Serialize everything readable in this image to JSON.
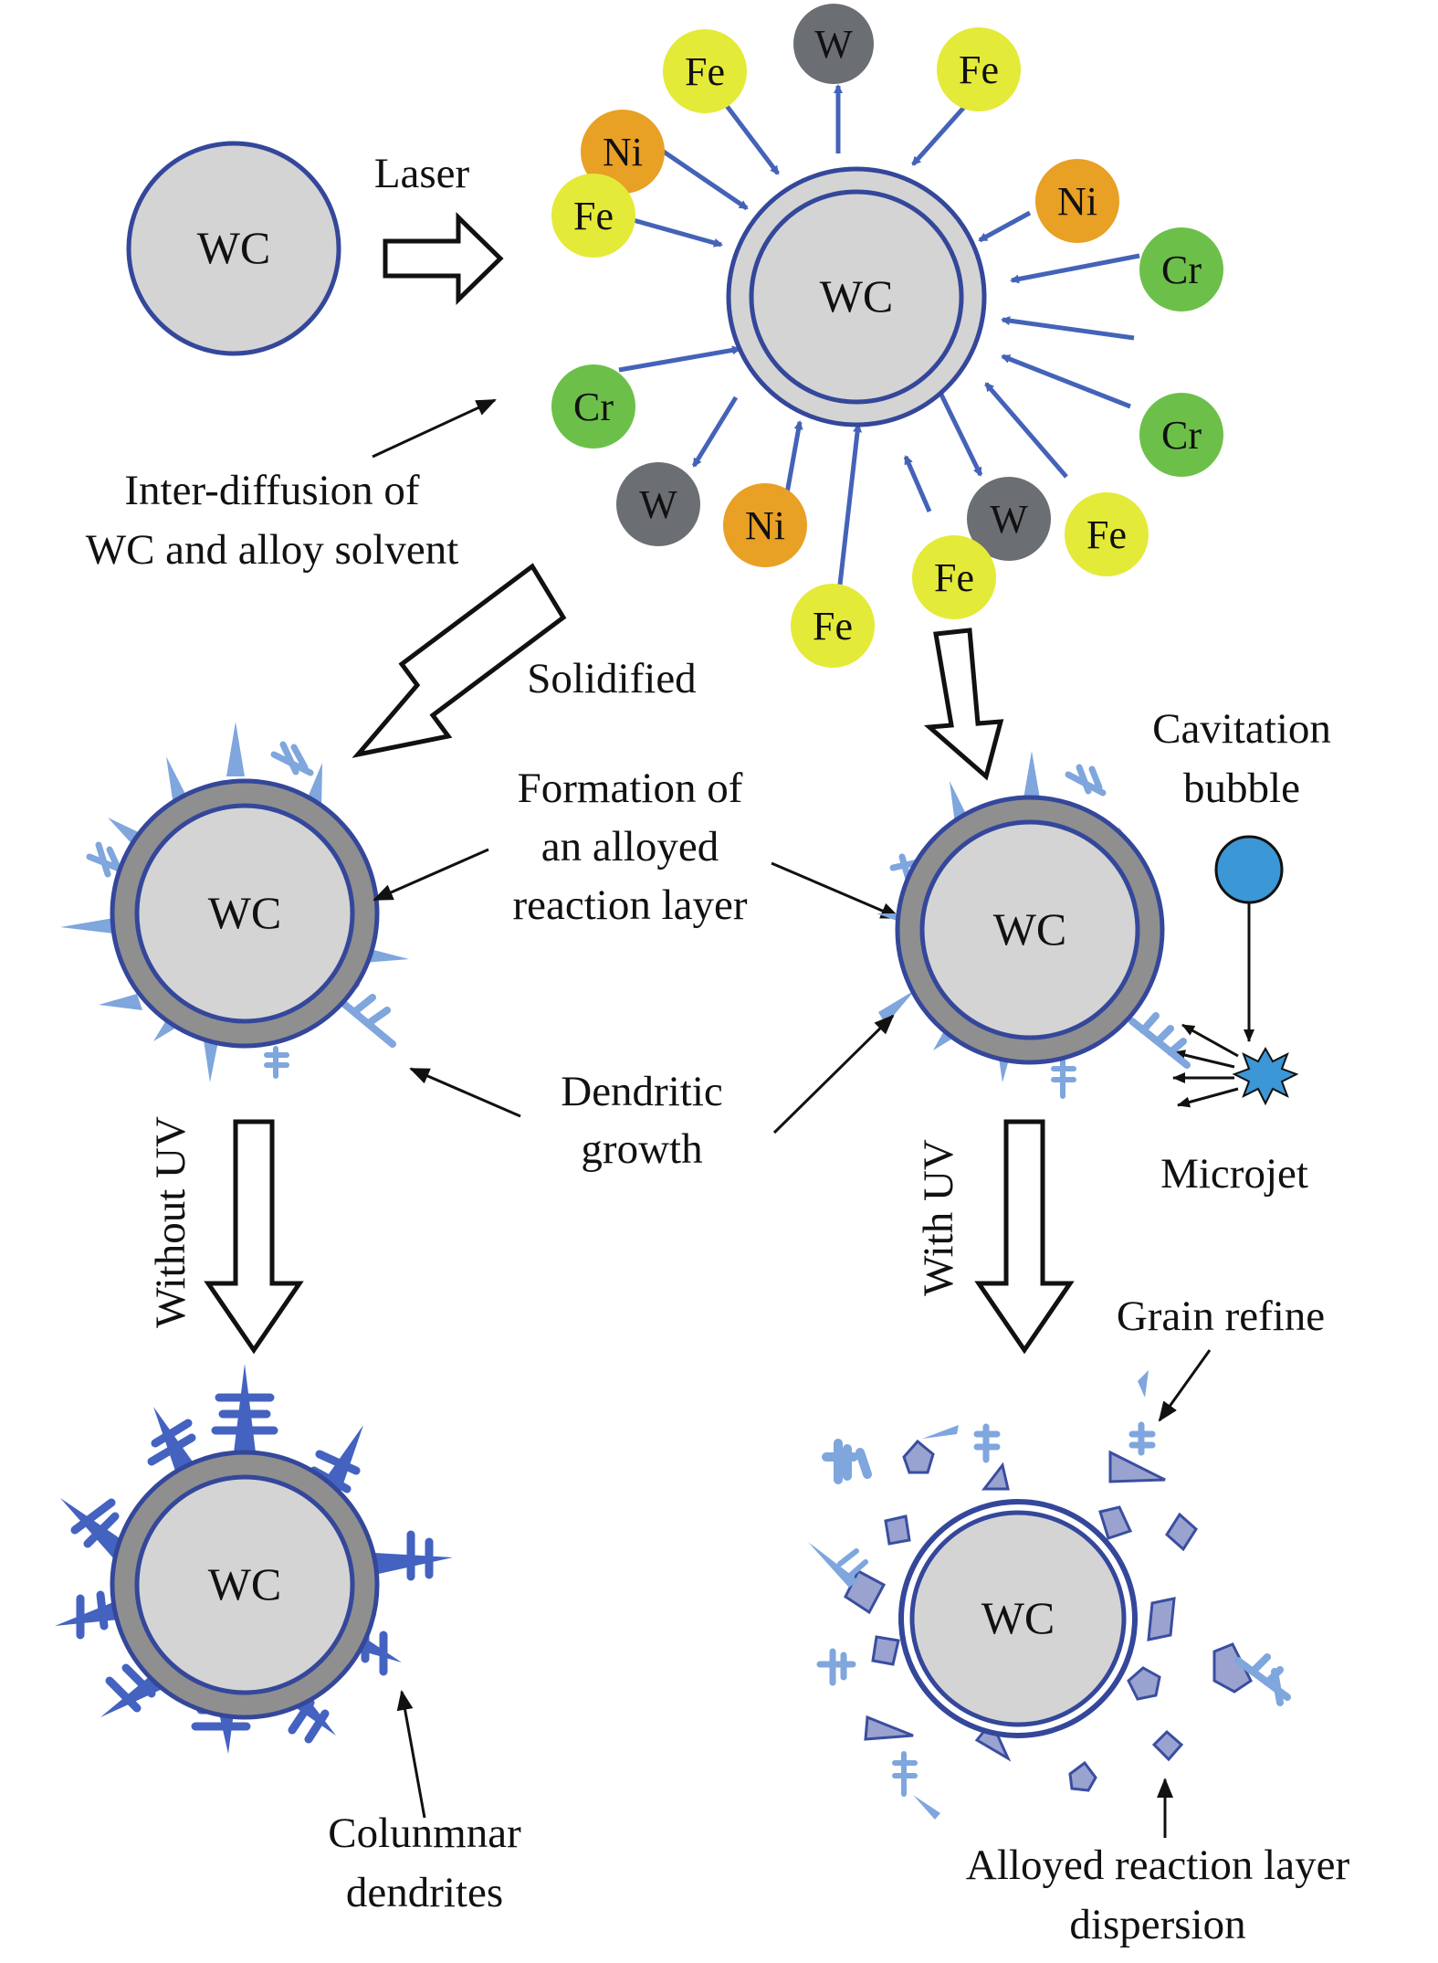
{
  "labels": {
    "laser": "Laser",
    "interdiffusion_line1": "Inter-diffusion of",
    "interdiffusion_line2": "WC and alloy solvent",
    "solidified": "Solidified",
    "cavitation_line1": "Cavitation",
    "cavitation_line2": "bubble",
    "formation_line1": "Formation of",
    "formation_line2": "an alloyed",
    "formation_line3": "reaction layer",
    "dendritic_line1": "Dendritic",
    "dendritic_line2": "growth",
    "microjet": "Microjet",
    "without_uv": "Without UV",
    "with_uv": "With UV",
    "grain_refine": "Grain refine",
    "columnar_line1": "Colunmnar",
    "columnar_line2": "dendrites",
    "alloyed_dispersion_line1": "Alloyed reaction layer",
    "alloyed_dispersion_line2": "dispersion"
  },
  "particle_label": "WC",
  "elements": {
    "fe": "Fe",
    "ni": "Ni",
    "w": "W",
    "cr": "Cr"
  },
  "colors": {
    "fe": "#e4ea38",
    "ni": "#e8a025",
    "w": "#6b6e73",
    "cr": "#6cc04a",
    "wc_fill": "#d4d4d4",
    "wc_stroke": "#34479a",
    "reaction_layer": "#8f8f8f",
    "diffusion_arrow": "#4463b8",
    "dendrite_dark": "#4462c0",
    "dendrite_light": "#7fa6dd",
    "fragment_fill": "#9aa3cf",
    "bubble": "#3b97d6"
  }
}
